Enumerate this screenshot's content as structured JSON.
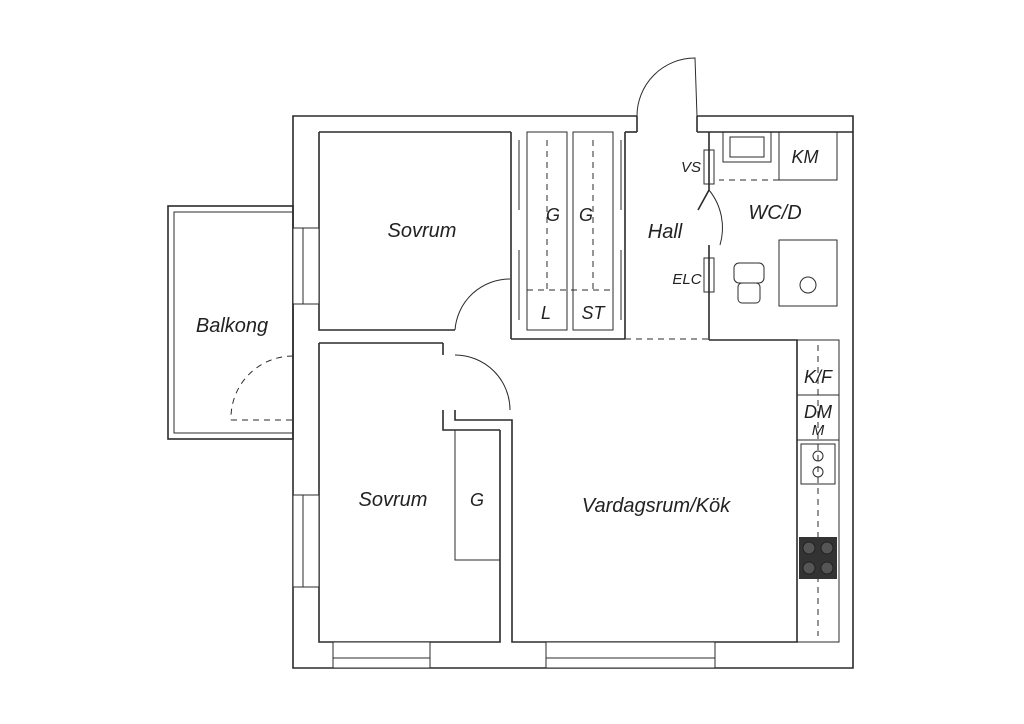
{
  "rooms": {
    "sovrum_top": "Sovrum",
    "sovrum_bottom": "Sovrum",
    "balkong": "Balkong",
    "hall": "Hall",
    "wc": "WC/D",
    "vardagsrum": "Vardagsrum/Kök"
  },
  "fixtures": {
    "km": "KM",
    "vs": "VS",
    "elc": "ELC",
    "g1": "G",
    "g2": "G",
    "g3": "G",
    "l": "L",
    "st": "ST",
    "kf": "K/F",
    "dm": "DM",
    "m": "M"
  }
}
